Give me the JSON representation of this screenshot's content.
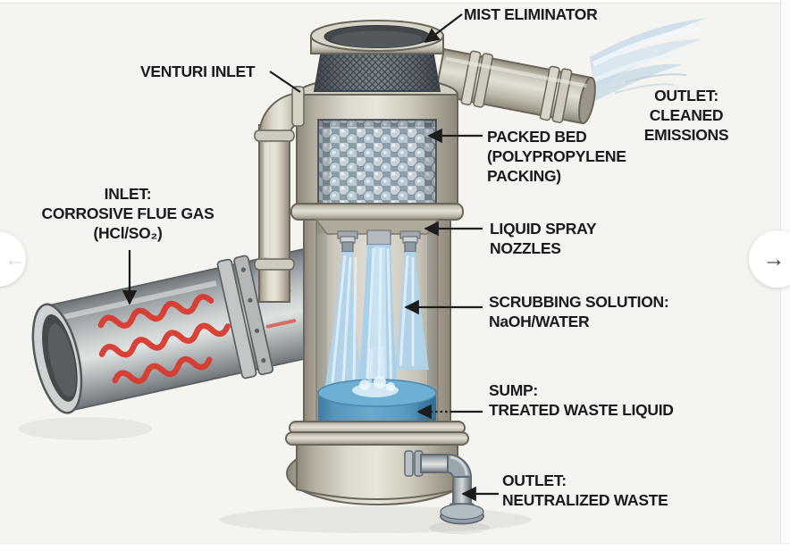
{
  "labels": {
    "mist_eliminator": {
      "text": "MIST ELIMINATOR"
    },
    "venturi_inlet": {
      "text": "VENTURI INLET"
    },
    "outlet_cleaned_emissions": {
      "text": "OUTLET: CLEANED\nEMISSIONS"
    },
    "packed_bed": {
      "text": "PACKED BED\n(POLYPROPYLENE\nPACKING)"
    },
    "inlet_corrosive_flue_gas": {
      "text": "INLET:\nCORROSIVE FLUE GAS\n(HCl/SO₂)"
    },
    "liquid_spray_nozzles": {
      "text": "LIQUID SPRAY\nNOZZLES"
    },
    "scrubbing_solution": {
      "text": "SCRUBBING SOLUTION:\nNaOH/WATER"
    },
    "sump": {
      "text": "SUMP:\nTREATED WASTE LIQUID"
    },
    "outlet_neutralized_waste": {
      "text": "OUTLET:\nNEUTRALIZED WASTE"
    }
  },
  "carousel": {
    "prev_icon": "←",
    "next_icon": "→"
  },
  "colors": {
    "label_text": "#1b1b1b",
    "canvas_background": "#f5f4f1",
    "vessel_tan": "#cdc8ba",
    "pipe_steel": "#b9bcbd",
    "corrosive_gas_red": "#d93a2e",
    "spray_blue": "#aad2ea",
    "sump_blue": "#5b9cc2",
    "emissions_blue": "#d3e3ec",
    "mesh_gray": "#676f77"
  }
}
